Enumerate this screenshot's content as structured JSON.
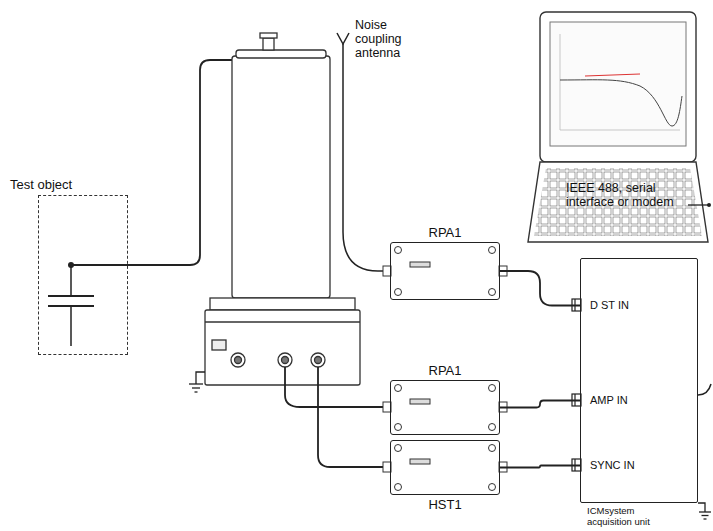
{
  "diagram": {
    "nodes": [
      {
        "text": [
          "Test object"
        ]
      },
      {
        "text": [
          "RPA1"
        ]
      },
      {
        "text": [
          "RPA1"
        ]
      },
      {
        "text": [
          "HST1"
        ]
      },
      {
        "text": [
          "D ST IN",
          "AMP IN",
          "SYNC IN",
          "ICMsystem acquisition unit"
        ]
      }
    ],
    "edges": [
      {
        "from": 1,
        "to": 4,
        "arrow": "none"
      },
      {
        "from": 2,
        "to": 4,
        "arrow": "none"
      },
      {
        "from": 3,
        "to": 4,
        "arrow": "none"
      }
    ],
    "labels": [
      "Noise coupling antenna",
      "IEEE 488, serial interface or modem"
    ]
  }
}
